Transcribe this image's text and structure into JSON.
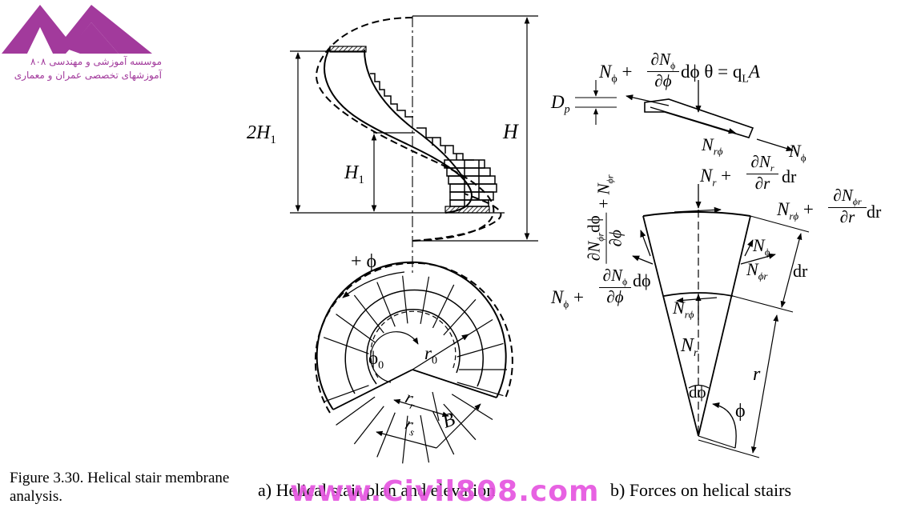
{
  "logo": {
    "line1": "موسسه آموزشی و مهندسی ۸۰۸",
    "line2": "آموزشهای تخصصی عمران و معماری",
    "color": "#a23a9c"
  },
  "caption": {
    "figure": "Figure 3.30. Helical stair membrane analysis.",
    "sub_a": "a) Helical stair plan and elevation",
    "sub_b": "b) Forces on helical stairs"
  },
  "watermark": "www.Civil808.com",
  "elevation": {
    "labels": {
      "two_h1": "2H",
      "two_h1_sub": "1",
      "h1": "H",
      "h1_sub": "1",
      "h": "H"
    }
  },
  "plan": {
    "labels": {
      "plus_phi": "+ ϕ",
      "phi0": "ϕ",
      "phi0_sub": "0",
      "r0": "r",
      "r0_sub": "0",
      "rr": "r",
      "rr_sub": "r",
      "rs": "r",
      "rs_sub": "s",
      "b": "B"
    }
  },
  "forces": {
    "top_eq_left": "N",
    "top_eq_left_sub": "ϕ",
    "top_eq_plus": "+",
    "top_frac_num": "∂N",
    "top_frac_num_sub": "ϕ",
    "top_frac_den": "∂ϕ",
    "top_eq_rest": "dϕ θ = q",
    "top_eq_q_sub": "L",
    "top_eq_A": "A",
    "dp": "D",
    "dp_sub": "p",
    "n_rphi_top": "N",
    "n_rphi_top_sub": "rϕ",
    "n_phi_right": "N",
    "n_phi_right_sub": "ϕ",
    "nr_top": "N",
    "nr_top_sub": "r",
    "nr_plus": "+",
    "nr_frac_num": "∂N",
    "nr_frac_num_sub": "r",
    "nr_frac_den": "∂r",
    "nr_dr": "dr",
    "nrphi_right": "N",
    "nrphi_right_sub": "rϕ",
    "nrphi_plus": "+",
    "nrphi_frac_num": "∂N",
    "nrphi_frac_num_sub": "ϕr",
    "nrphi_frac_den": "∂r",
    "nrphi_dr": "dr",
    "rot_num": "∂N",
    "rot_num_sub": "ϕr",
    "rot_num_dphi": "dϕ",
    "rot_den": "∂ϕ",
    "rot_plus": "+",
    "rot_n": "N",
    "rot_n_sub": "ϕr",
    "nphi_left": "N",
    "nphi_left_sub": "ϕ",
    "nphi_left_plus": "+",
    "nphi_frac_num": "∂N",
    "nphi_frac_num_sub": "ϕ",
    "nphi_frac_den": "∂ϕ",
    "nphi_dphi": "dϕ",
    "n_phi_in": "N",
    "n_phi_in_sub": "ϕ",
    "n_phir_in": "N",
    "n_phir_in_sub": "ϕr",
    "dr": "dr",
    "n_rphi_mid": "N",
    "n_rphi_mid_sub": "rϕ",
    "n_r_mid": "N",
    "n_r_mid_sub": "r",
    "r": "r",
    "dphi": "dϕ",
    "phi": "ϕ"
  }
}
